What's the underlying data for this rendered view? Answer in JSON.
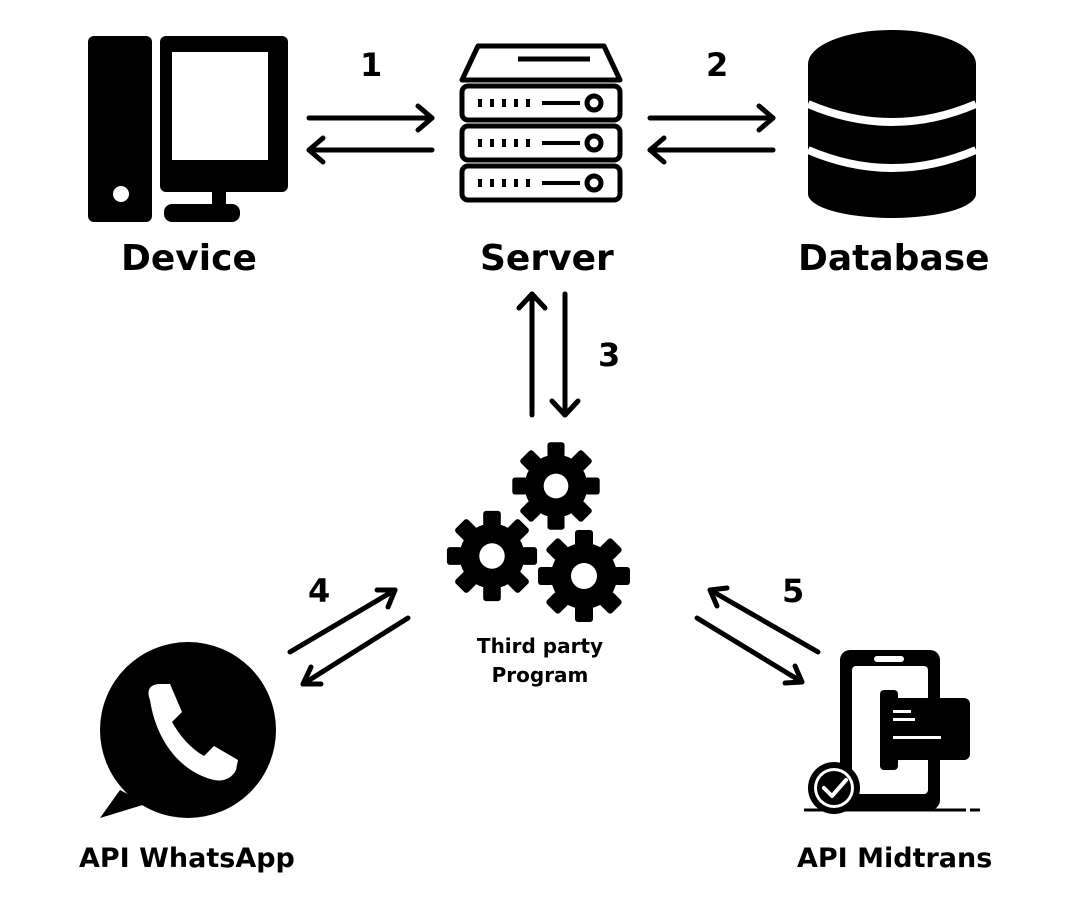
{
  "colors": {
    "ink": "#000000",
    "background": "#ffffff"
  },
  "nodes": {
    "device": {
      "label": "Device",
      "icon": "desktop-computer-icon"
    },
    "server": {
      "label": "Server",
      "icon": "server-rack-icon"
    },
    "database": {
      "label": "Database",
      "icon": "database-cylinder-icon"
    },
    "third_party": {
      "label_line1": "Third party",
      "label_line2": "Program",
      "icon": "gears-icon"
    },
    "whatsapp": {
      "label": "API WhatsApp",
      "icon": "whatsapp-icon"
    },
    "midtrans": {
      "label": "API Midtrans",
      "icon": "mobile-payment-icon"
    }
  },
  "connections": [
    {
      "number": "1",
      "from": "Device",
      "to": "Server"
    },
    {
      "number": "2",
      "from": "Server",
      "to": "Database"
    },
    {
      "number": "3",
      "from": "Server",
      "to": "Third party Program"
    },
    {
      "number": "4",
      "from": "Third party Program",
      "to": "API WhatsApp"
    },
    {
      "number": "5",
      "from": "Third party Program",
      "to": "API Midtrans"
    }
  ]
}
